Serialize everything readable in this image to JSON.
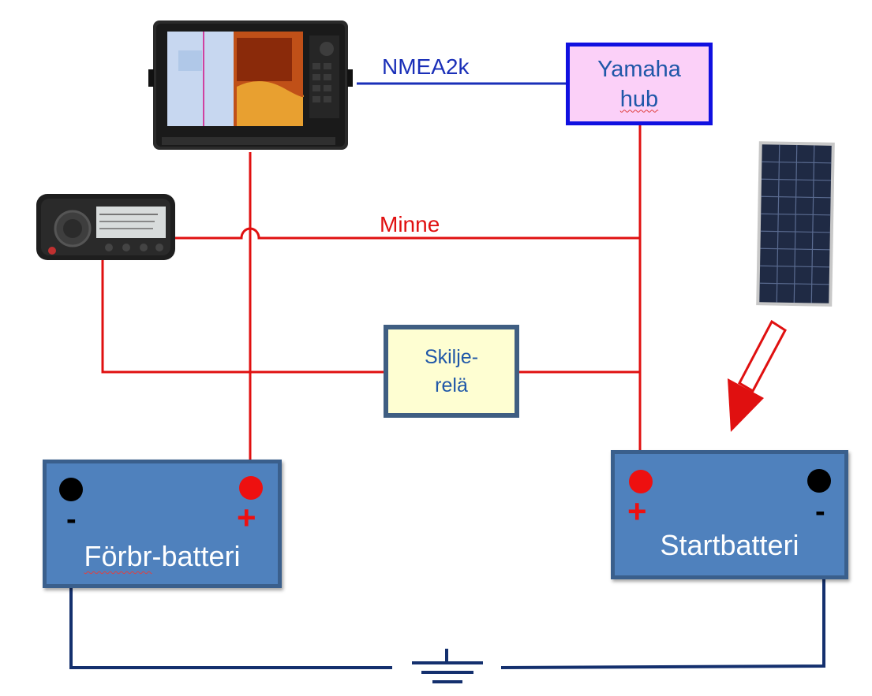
{
  "labels": {
    "nmea": "NMEA2k",
    "minne": "Minne"
  },
  "hub": {
    "line1": "Yamaha",
    "line2": "hub"
  },
  "relay": {
    "line1": "Skilje-",
    "line2": "relä"
  },
  "batteries": {
    "consumer": {
      "label_prefix": "Förbr",
      "label_suffix": "-batteri",
      "minus": "-",
      "plus": "+"
    },
    "start": {
      "label": "Startbatteri",
      "minus": "-",
      "plus": "+"
    }
  },
  "icons": {
    "plotter": "chartplotter-icon",
    "radio": "stereo-radio-icon",
    "solar": "solar-panel-icon",
    "ground": "ground-symbol-icon",
    "arrow": "charge-arrow-icon"
  },
  "colors": {
    "positive_wire": "#e01010",
    "nmea_wire": "#1a2fb8",
    "ground_wire": "#14306e",
    "battery_fill": "#4f81bd",
    "hub_fill": "#fbd0f8",
    "relay_fill": "#fefed2"
  }
}
